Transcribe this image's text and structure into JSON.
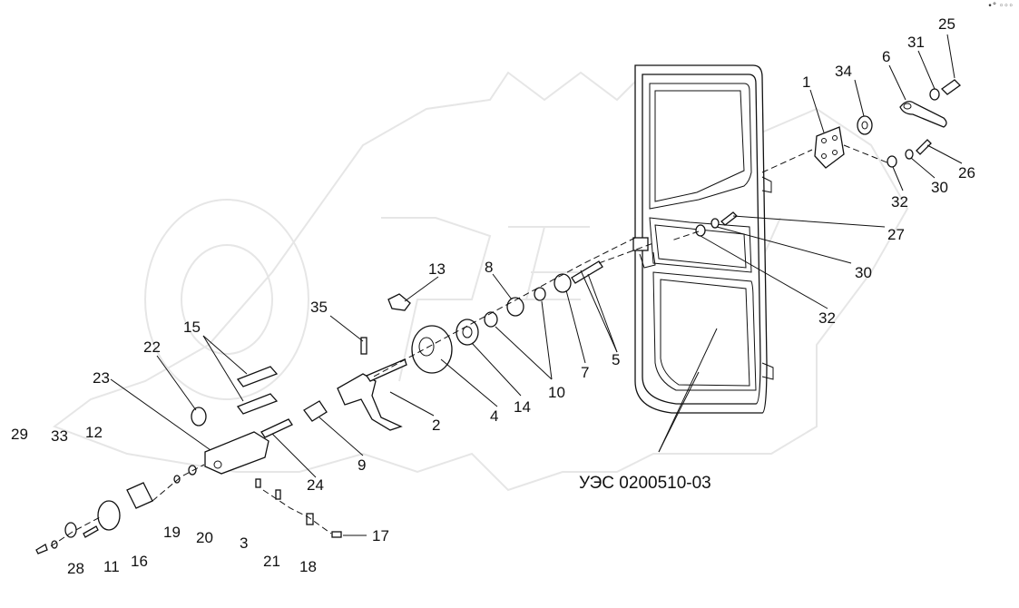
{
  "drawing_code": "УЭС 0200510-03",
  "watermark": {
    "text": "ОРЕХ",
    "color": "#eeeeee"
  },
  "corner_mark": "•° ◦◦◦",
  "callouts": [
    "1",
    "2",
    "3",
    "4",
    "5",
    "6",
    "7",
    "8",
    "9",
    "10",
    "11",
    "12",
    "13",
    "14",
    "15",
    "16",
    "17",
    "18",
    "19",
    "20",
    "21",
    "22",
    "23",
    "24",
    "25",
    "26",
    "27",
    "28",
    "29",
    "30",
    "30",
    "31",
    "32",
    "32",
    "33",
    "34",
    "35"
  ]
}
